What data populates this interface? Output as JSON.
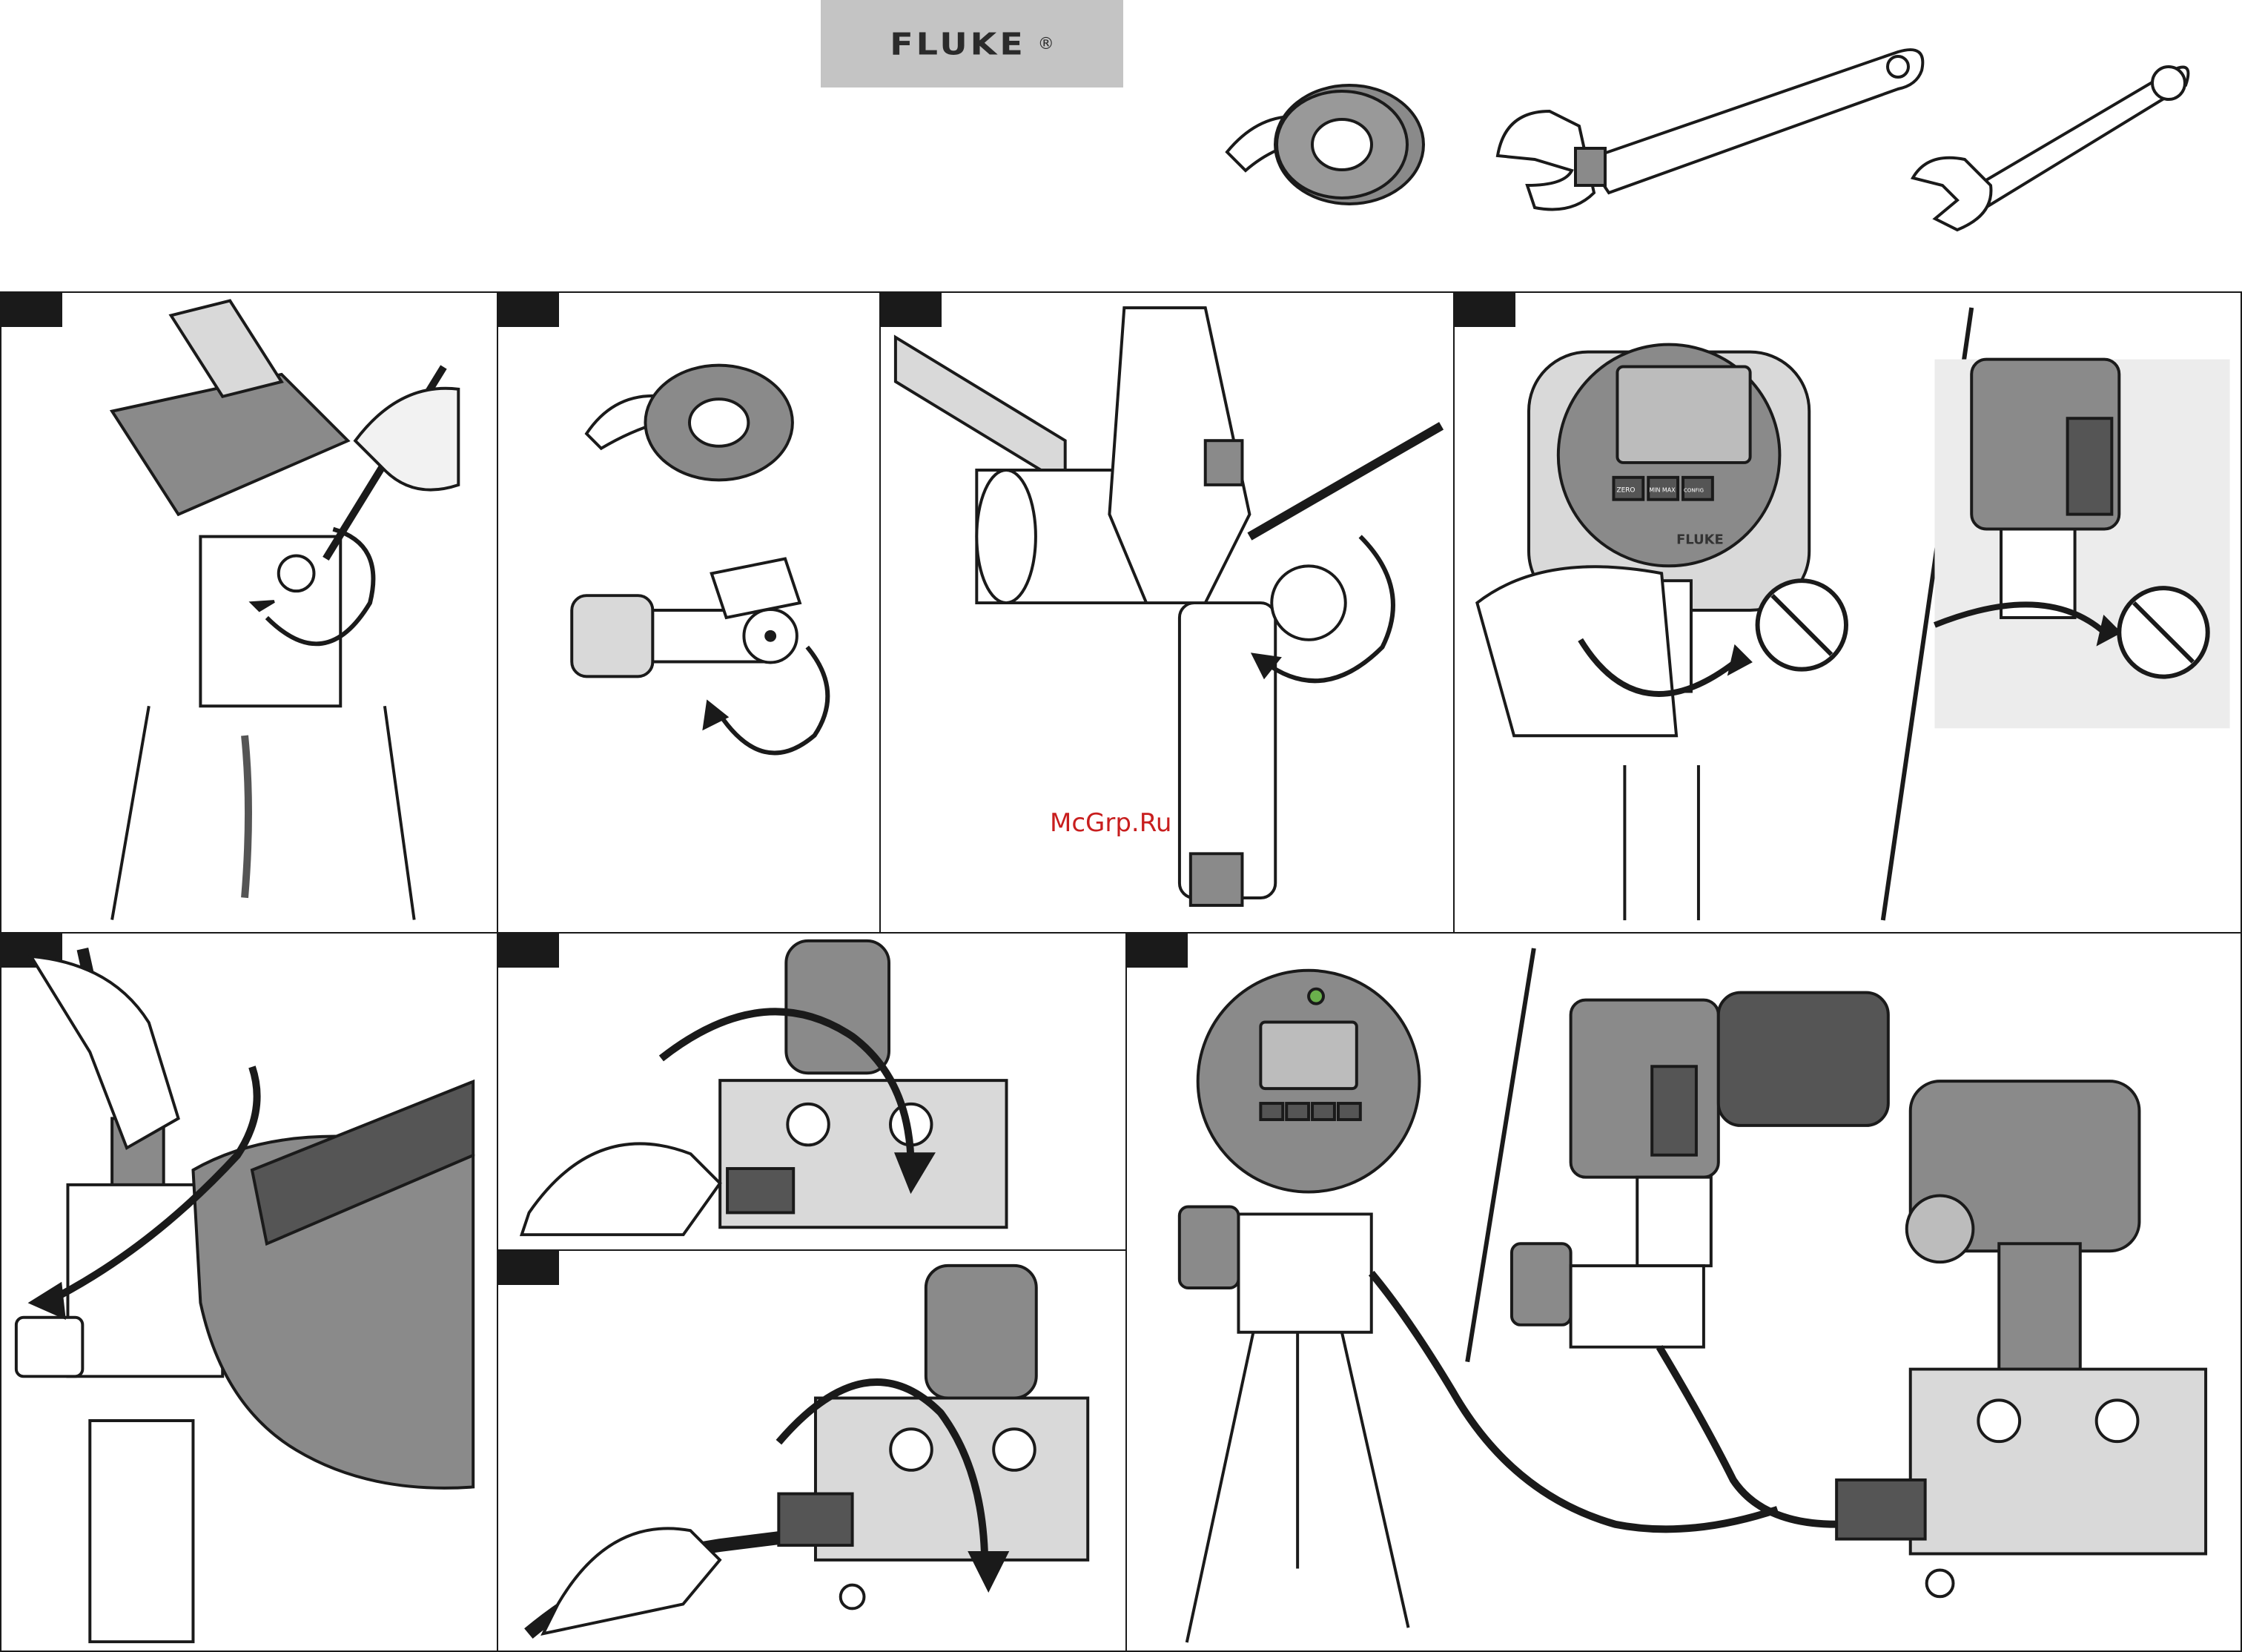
{
  "brand": {
    "name": "FLUKE",
    "registered": "®"
  },
  "tools": [
    "ptfe-tape",
    "adjustable-wrench",
    "open-end-wrench"
  ],
  "panels": [
    {
      "id": "p1",
      "content": "adjust-wrench-on-pump-fitting"
    },
    {
      "id": "p2",
      "content": "wrap-tape-on-threads"
    },
    {
      "id": "p3",
      "content": "tighten-adapter-with-two-wrenches"
    },
    {
      "id": "p4",
      "content": "hand-tighten-gauge-no-wrench"
    },
    {
      "id": "p5",
      "content": "connect-hose-to-pump"
    },
    {
      "id": "p6",
      "content": "connect-fitting-to-transmitter"
    },
    {
      "id": "p7",
      "content": "tighten-hose-on-transmitter"
    },
    {
      "id": "p8",
      "content": "complete-system-setup"
    }
  ],
  "gauge": {
    "buttons": [
      "ZERO",
      "MIN MAX",
      "CONFIG"
    ],
    "brand": "FLUKE"
  },
  "watermark": "McGrp.Ru",
  "colors": {
    "line": "#1a1a1a",
    "gray": "#8a8a8a",
    "light": "#d9d9d9",
    "logo_bg": "#c4c4c4",
    "watermark": "#c81e1e"
  }
}
